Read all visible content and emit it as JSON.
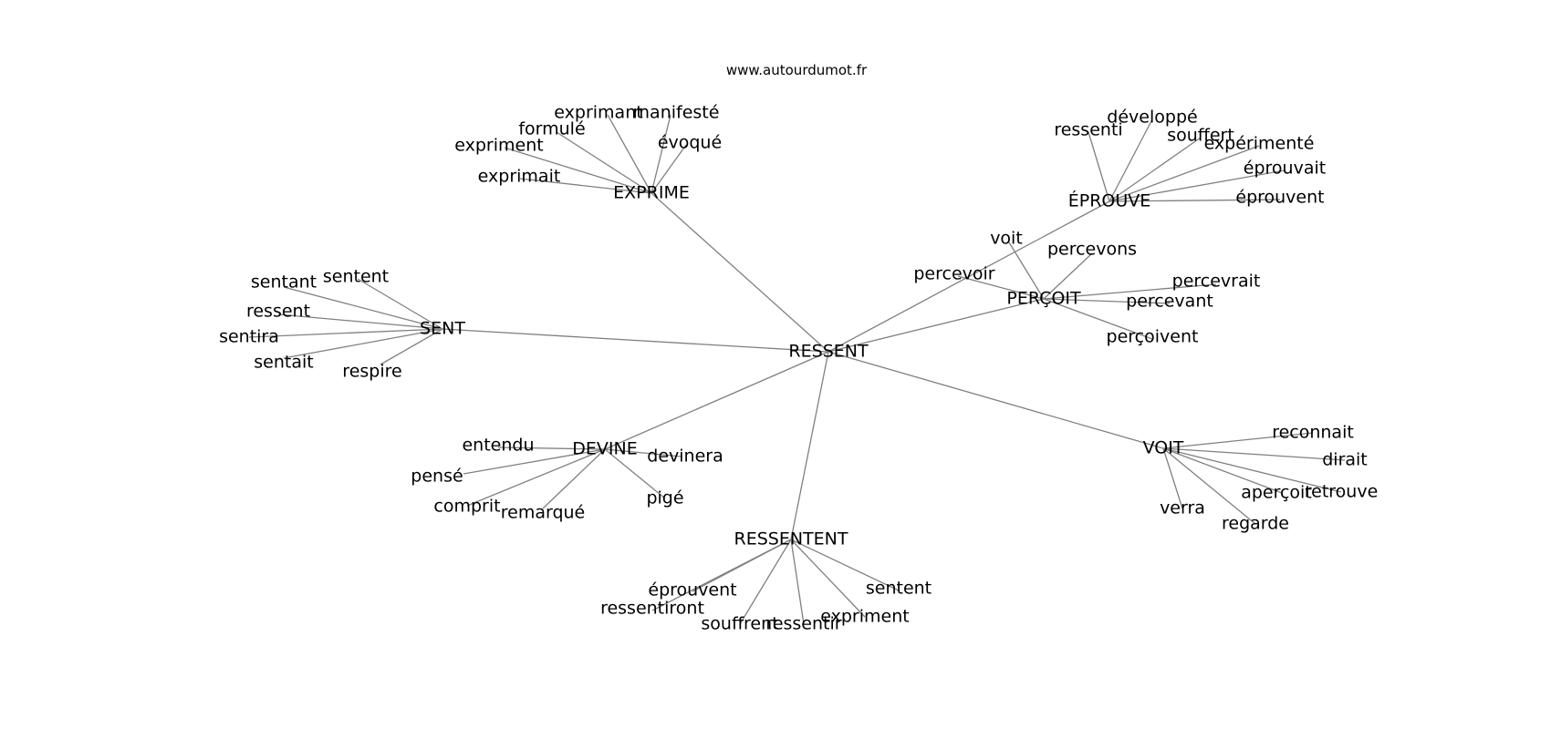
{
  "site": "www.autourdumot.fr",
  "colors": {
    "edge": "#808080",
    "text": "#000000",
    "background": "#ffffff"
  },
  "graph": {
    "center": "RESSENT",
    "hubs": [
      {
        "id": "exprime",
        "label": "EXPRIME",
        "leaves": [
          "exprimant",
          "manifesté",
          "formulé",
          "évoqué",
          "expriment",
          "exprimait"
        ]
      },
      {
        "id": "eprouve",
        "label": "ÉPROUVE",
        "leaves": [
          "ressenti",
          "développé",
          "souffert",
          "expérimenté",
          "éprouvait",
          "éprouvent"
        ]
      },
      {
        "id": "percoit",
        "label": "PERÇOIT",
        "leaves": [
          "voit",
          "percevons",
          "percevoir",
          "percevrait",
          "percevant",
          "perçoivent"
        ]
      },
      {
        "id": "sent",
        "label": "SENT",
        "leaves": [
          "sentant",
          "sentent",
          "ressent",
          "sentira",
          "sentait",
          "respire"
        ]
      },
      {
        "id": "devine",
        "label": "DEVINE",
        "leaves": [
          "entendu",
          "devinera",
          "pensé",
          "comprit",
          "remarqué",
          "pigé"
        ]
      },
      {
        "id": "voit",
        "label": "VOIT",
        "leaves": [
          "reconnait",
          "dirait",
          "aperçoit",
          "retrouve",
          "verra",
          "regarde"
        ]
      },
      {
        "id": "ressentent",
        "label": "RESSENTENT",
        "leaves": [
          "éprouvent",
          "ressentiront",
          "sentent",
          "expriment",
          "souffrent",
          "ressentir"
        ]
      }
    ]
  }
}
